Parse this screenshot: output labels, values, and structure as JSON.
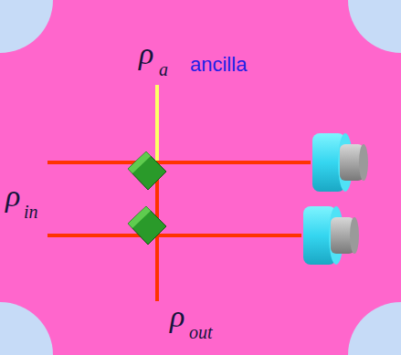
{
  "diagram": {
    "labels": [
      "ρ",
      "a",
      "ancilla",
      "ρ",
      "in",
      "ρ",
      "out"
    ]
  }
}
